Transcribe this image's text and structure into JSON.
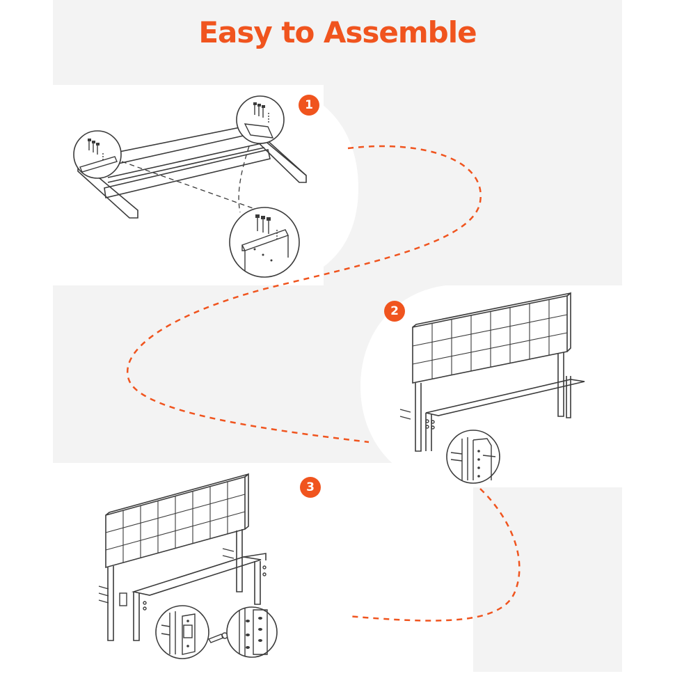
{
  "title": "Easy to Assemble",
  "steps": [
    {
      "number": "1"
    },
    {
      "number": "2"
    },
    {
      "number": "3"
    }
  ],
  "colors": {
    "accent": "#f0541e",
    "panel": "#f3f3f3",
    "line": "#3a3a3a"
  }
}
